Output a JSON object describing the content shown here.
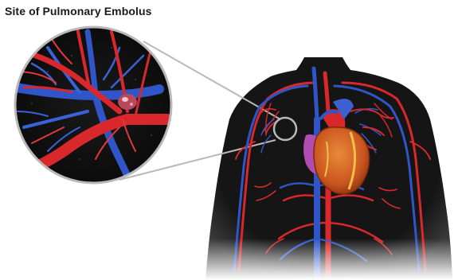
{
  "title": "Site of Pulmonary Embolus",
  "colors": {
    "artery_red": "#d8282c",
    "vein_blue": "#2f55c8",
    "body_dark": "#151515",
    "heart_orange": "#d86a2a",
    "lung_purple": "#b14cb0",
    "embolus": "#b8485c",
    "callout_gray": "#b9b9b9"
  },
  "icons": [
    "magnified-inset",
    "callout-circle",
    "heart",
    "torso-silhouette"
  ]
}
